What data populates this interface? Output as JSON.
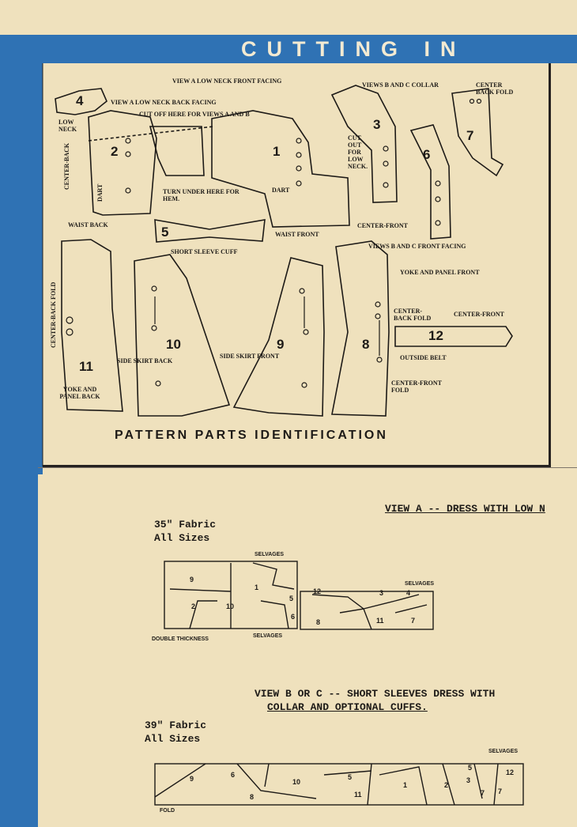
{
  "header": {
    "title": "CUTTING IN"
  },
  "identification": {
    "title": "PATTERN PARTS IDENTIFICATION",
    "pieces": [
      {
        "num": "1"
      },
      {
        "num": "2"
      },
      {
        "num": "3"
      },
      {
        "num": "4"
      },
      {
        "num": "5"
      },
      {
        "num": "6"
      },
      {
        "num": "7"
      },
      {
        "num": "8"
      },
      {
        "num": "9"
      },
      {
        "num": "10"
      },
      {
        "num": "11"
      },
      {
        "num": "12"
      }
    ],
    "labels": {
      "low_neck_front_facing": "VIEW A LOW NECK FRONT FACING",
      "views_bc_collar": "VIEWS B AND C COLLAR",
      "center_back_fold": "CENTER BACK FOLD",
      "low_neck_back_facing": "VIEW A LOW NECK BACK FACING",
      "low_neck": "LOW NECK",
      "cut_off_here": "CUT OFF HERE FOR VIEWS A AND B",
      "center_back": "CENTER-BACK",
      "dart": "DART",
      "turn_under": "TURN UNDER HERE FOR HEM.",
      "cut_out_low_neck": "CUT OUT FOR LOW NECK.",
      "waist_back": "WAIST BACK",
      "waist_front": "WAIST FRONT",
      "center_front": "CENTER-FRONT",
      "short_sleeve_cuff": "SHORT SLEEVE CUFF",
      "views_bc_front_facing": "VIEWS B AND C FRONT FACING",
      "yoke_panel_front": "YOKE AND PANEL FRONT",
      "center_back_fold_left": "CENTER-BACK FOLD",
      "center_back_fold_belt": "CENTER-BACK FOLD",
      "center_front_belt": "CENTER-FRONT",
      "outside_belt": "OUTSIDE BELT",
      "side_skirt_back": "SIDE SKIRT BACK",
      "side_skirt_front": "SIDE SKIRT FRONT",
      "center_front_fold": "CENTER-FRONT FOLD",
      "yoke_panel_back": "YOKE AND PANEL BACK"
    }
  },
  "view_a": {
    "heading": "VIEW A -- DRESS WITH LOW N",
    "fabric_line1": "35\" Fabric",
    "fabric_line2": "All Sizes",
    "selvages_top": "SELVAGES",
    "selvages_bottom": "SELVAGES",
    "selvages_right": "SELVAGES",
    "double_thickness": "DOUBLE THICKNESS",
    "layout_nums": {
      "n9": "9",
      "n1": "1",
      "n2": "2",
      "n10": "10",
      "n5": "5",
      "n6": "6",
      "n12": "12",
      "n3": "3",
      "n4": "4",
      "n8": "8",
      "n11": "11",
      "n7": "7"
    }
  },
  "view_bc": {
    "heading_line1": "VIEW B OR C -- SHORT SLEEVES DRESS WITH",
    "heading_line2": "COLLAR AND OPTIONAL CUFFS.",
    "fabric_line1": "39\" Fabric",
    "fabric_line2": "All Sizes",
    "selvages": "SELVAGES",
    "fold": "FOLD",
    "layout_nums": {
      "n9": "9",
      "n6": "6",
      "n10": "10",
      "n5": "5",
      "n11": "11",
      "n8": "8",
      "n1": "1",
      "n2": "2",
      "n3": "3",
      "n7": "7",
      "n7b": "7",
      "n12": "12",
      "n5b": "5"
    }
  },
  "colors": {
    "paper": "#efe1bd",
    "blue": "#2f72b4",
    "ink": "#1d1a17"
  }
}
